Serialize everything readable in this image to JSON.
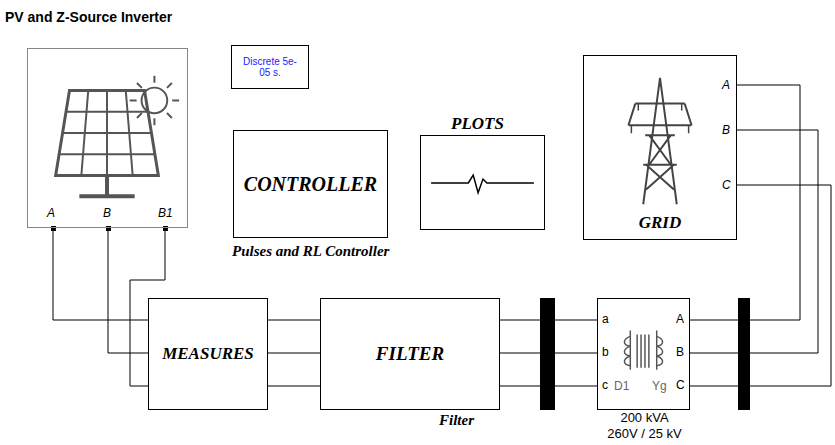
{
  "diagram": {
    "nodes": [
      {
        "text": [
          "PV and Z-Source Inverter"
        ]
      },
      {
        "text": [
          "Discrete 5e-05 s."
        ]
      },
      {
        "text": [
          "CONTROLLER",
          "Pulses and RL Controller"
        ]
      },
      {
        "text": [
          "PLOTS"
        ]
      },
      {
        "text": [
          "GRID"
        ]
      },
      {
        "text": [
          "MEASURES"
        ]
      },
      {
        "text": [
          "FILTER",
          "Filter"
        ]
      },
      {
        "text": [
          "200 kVA",
          "260V / 25 kV"
        ]
      }
    ],
    "edges": [
      {
        "from": 0,
        "to": 5,
        "arrow": "none"
      },
      {
        "from": 5,
        "to": 6,
        "arrow": "none"
      },
      {
        "from": 6,
        "to": 7,
        "arrow": "none"
      },
      {
        "from": 7,
        "to": 4,
        "arrow": "none"
      }
    ],
    "labels": [
      "A",
      "B",
      "B1",
      "A",
      "B",
      "C",
      "a",
      "b",
      "c",
      "A",
      "B",
      "C",
      "D1",
      "Yg"
    ]
  }
}
